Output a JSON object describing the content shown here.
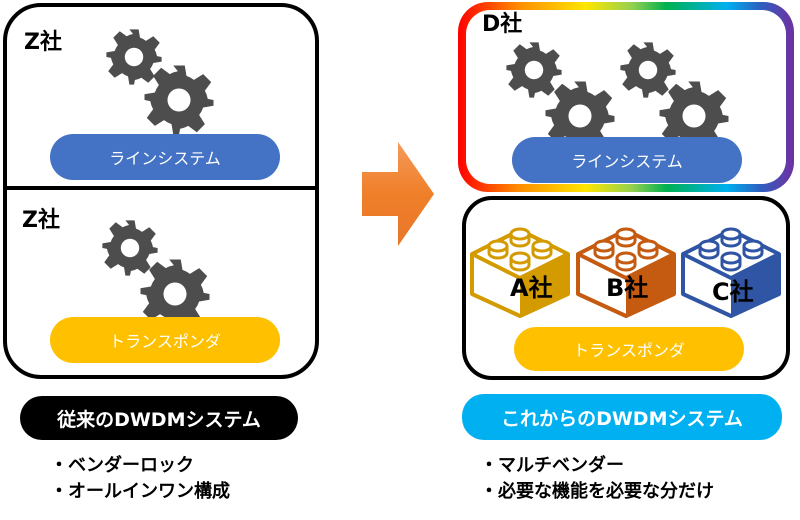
{
  "left": {
    "top_section": {
      "company": "Z社",
      "pill_label": "ラインシステム"
    },
    "bottom_section": {
      "company": "Z社",
      "pill_label": "トランスポンダ"
    },
    "title": "従来のDWDMシステム",
    "bullets": [
      "・ベンダーロック",
      "・オールインワン構成"
    ]
  },
  "arrow": {
    "icon": "right-arrow-icon",
    "color": "#f07f29"
  },
  "right": {
    "top_section": {
      "company": "D社",
      "pill_label": "ラインシステム"
    },
    "bottom_section": {
      "blocks": [
        {
          "company": "A社",
          "color": "#d39b00"
        },
        {
          "company": "B社",
          "color": "#c55a11"
        },
        {
          "company": "C社",
          "color": "#2f55a4"
        }
      ],
      "pill_label": "トランスポンダ"
    },
    "title": "これからのDWDMシステム",
    "bullets": [
      "・マルチベンダー",
      "・必要な機能を必要な分だけ"
    ]
  },
  "colors": {
    "line_system": "#4472c4",
    "transponder": "#ffc000",
    "gear": "#4d4d4d",
    "legacy_title": "#000000",
    "future_title": "#00b0f0"
  }
}
